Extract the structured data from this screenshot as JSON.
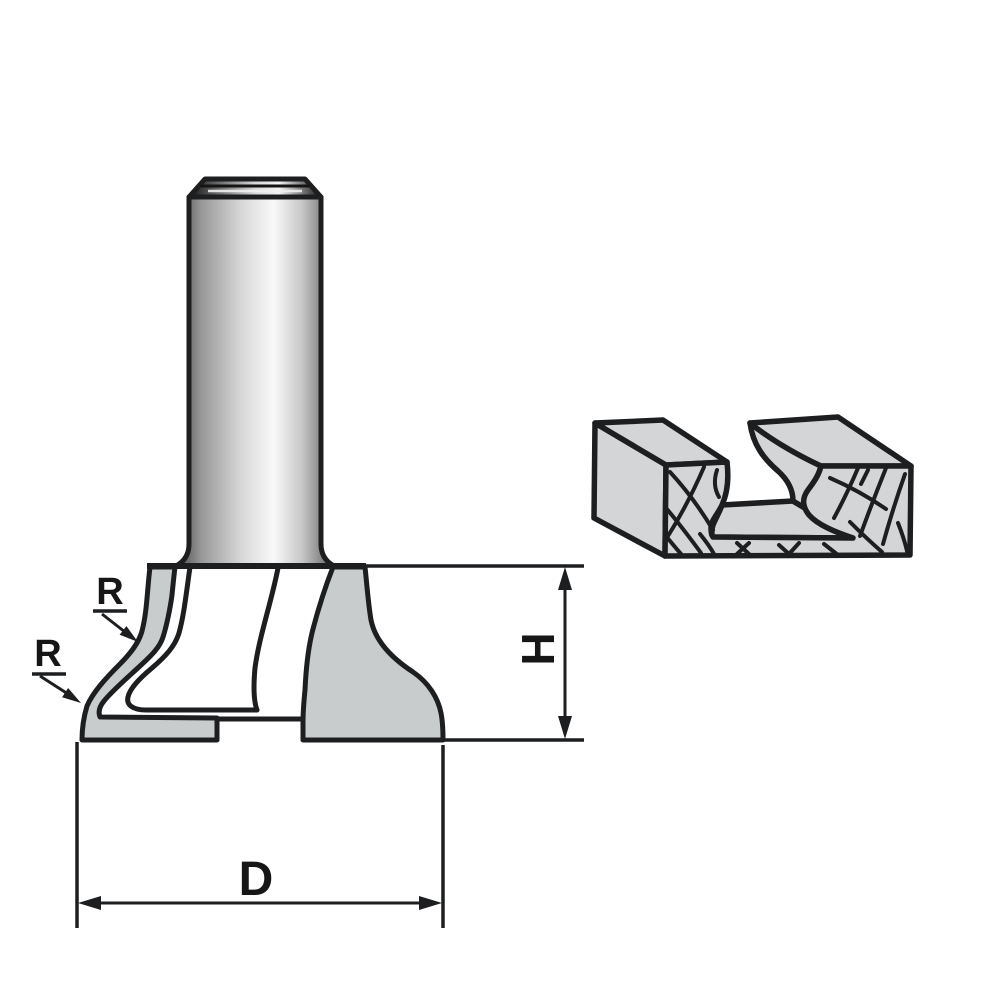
{
  "diagram": {
    "labels": {
      "radius_upper": "R",
      "radius_lower": "R",
      "height": "H",
      "diameter": "D"
    },
    "colors": {
      "background": "#ffffff",
      "outline": "#1d1e20",
      "cutter_gray": "#c9cccd",
      "block_gray": "#d3d5d6",
      "shank_dark": "#474747",
      "shank_light": "#f9f9f9",
      "label_color": "#161616"
    }
  }
}
